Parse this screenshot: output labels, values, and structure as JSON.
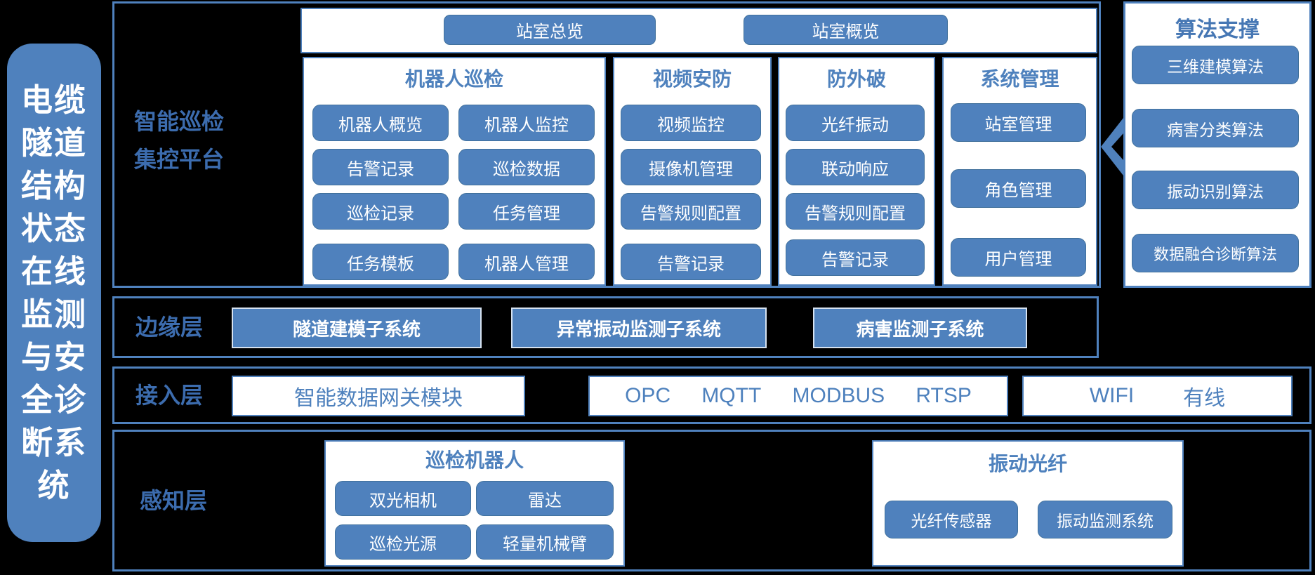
{
  "banner": {
    "title": "电缆隧道结构状态在线监测与安全诊断系统",
    "lines": [
      "电缆",
      "隧道",
      "结构",
      "状态",
      "在线",
      "监测",
      "与安",
      "全诊",
      "断系",
      "统"
    ]
  },
  "platform": {
    "label_line1": "智能巡检",
    "label_line2": "集控平台",
    "overview_buttons": [
      "站室总览",
      "站室概览"
    ],
    "sections": [
      {
        "title": "机器人巡检",
        "buttons": [
          "机器人概览",
          "机器人监控",
          "告警记录",
          "巡检数据",
          "巡检记录",
          "任务管理",
          "任务模板",
          "机器人管理"
        ]
      },
      {
        "title": "视频安防",
        "buttons": [
          "视频监控",
          "摄像机管理",
          "告警规则配置",
          "告警记录"
        ]
      },
      {
        "title": "防外破",
        "buttons": [
          "光纤振动",
          "联动响应",
          "告警规则配置",
          "告警记录"
        ]
      },
      {
        "title": "系统管理",
        "buttons": [
          "站室管理",
          "角色管理",
          "用户管理"
        ]
      }
    ]
  },
  "algorithms": {
    "title": "算法支撑",
    "buttons": [
      "三维建模算法",
      "病害分类算法",
      "振动识别算法",
      "数据融合诊断算法"
    ]
  },
  "edge_layer": {
    "label": "边缘层",
    "systems": [
      "隧道建模子系统",
      "异常振动监测子系统",
      "病害监测子系统"
    ]
  },
  "access_layer": {
    "label": "接入层",
    "gateway": "智能数据网关模块",
    "protocols": [
      "OPC",
      "MQTT",
      "MODBUS",
      "RTSP"
    ],
    "connections": [
      "WIFI",
      "有线"
    ]
  },
  "perception_layer": {
    "label": "感知层",
    "robot_group": {
      "title": "巡检机器人",
      "buttons": [
        "双光相机",
        "雷达",
        "巡检光源",
        "轻量机械臂"
      ]
    },
    "fiber_group": {
      "title": "振动光纤",
      "buttons": [
        "光纤传感器",
        "振动监测系统"
      ]
    }
  },
  "colors": {
    "accent": "#4f81bd",
    "label_blue": "#3c6cae",
    "background": "#000000"
  }
}
